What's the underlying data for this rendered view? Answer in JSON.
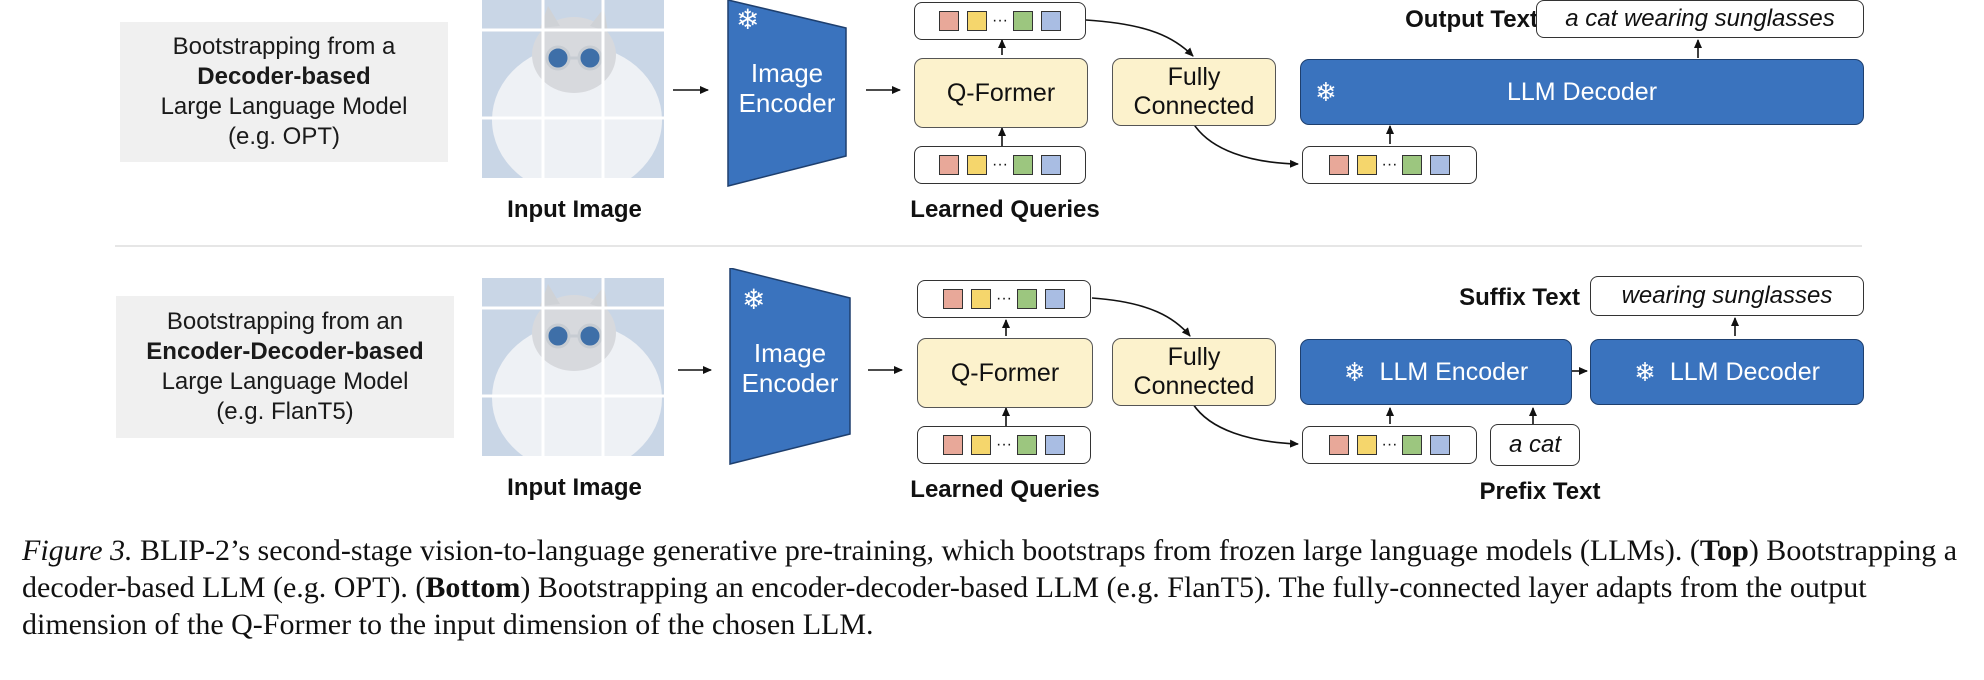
{
  "top": {
    "desc_line1": "Bootstrapping from a",
    "desc_bold": "Decoder-based",
    "desc_line3": "Large Language Model",
    "desc_line4": "(e.g. OPT)",
    "input_image_label": "Input Image",
    "encoder_line1": "Image",
    "encoder_line2": "Encoder",
    "qformer": "Q-Former",
    "learned_queries": "Learned Queries",
    "fc_line1": "Fully",
    "fc_line2": "Connected",
    "llm_decoder": "LLM Decoder",
    "output_text_label": "Output Text",
    "output_text": "a cat wearing sunglasses"
  },
  "bottom": {
    "desc_line1": "Bootstrapping from an",
    "desc_bold": "Encoder-Decoder-based",
    "desc_line3": "Large Language Model",
    "desc_line4": "(e.g. FlanT5)",
    "input_image_label": "Input Image",
    "encoder_line1": "Image",
    "encoder_line2": "Encoder",
    "qformer": "Q-Former",
    "learned_queries": "Learned Queries",
    "fc_line1": "Fully",
    "fc_line2": "Connected",
    "llm_encoder": "LLM Encoder",
    "llm_decoder": "LLM Decoder",
    "suffix_text_label": "Suffix Text",
    "suffix_text": "wearing sunglasses",
    "prefix_text_label": "Prefix Text",
    "prefix_text": "a cat"
  },
  "caption": {
    "fig_label": "Figure 3.",
    "part1": " BLIP-2’s second-stage vision-to-language generative pre-training, which bootstraps from frozen large language models (LLMs). (",
    "top_bold": "Top",
    "part2": ") Bootstrapping a decoder-based LLM (e.g. OPT). (",
    "bottom_bold": "Bottom",
    "part3": ") Bootstrapping an encoder-decoder-based LLM (e.g. FlanT5). The fully-connected layer adapts from the output dimension of the Q-Former to the input dimension of the chosen LLM."
  },
  "icons": {
    "snowflake": "❄"
  },
  "colors": {
    "blue": "#3a73be",
    "qformer_fill": "#fcf2cc",
    "token_red": "#e8a899",
    "token_yellow": "#f5d66c",
    "token_green": "#9cc67f",
    "token_blue": "#a9bde3"
  }
}
